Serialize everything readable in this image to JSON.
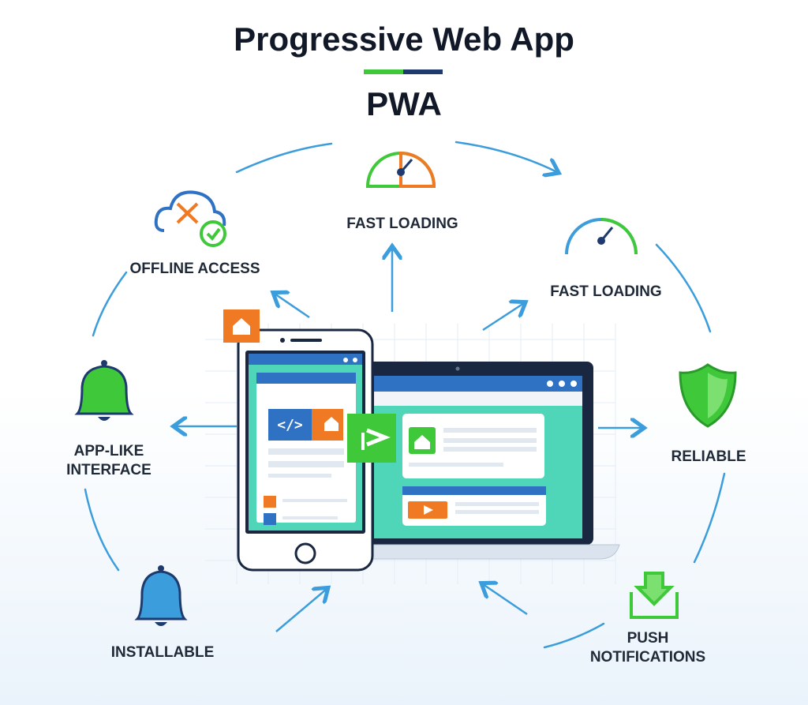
{
  "header": {
    "title": "Progressive Web App",
    "subtitle": "PWA"
  },
  "features": [
    {
      "label": "FAST LOADING",
      "icon": "speedometer-icon"
    },
    {
      "label": "OFFLINE ACCESS",
      "icon": "cloud-offline-icon"
    },
    {
      "label": "FAST LOADING",
      "icon": "speedometer-icon"
    },
    {
      "label": "RELIABLE",
      "icon": "shield-icon"
    },
    {
      "label": "PUSH",
      "label2": "NOTIFICATIONS",
      "icon": "download-icon"
    },
    {
      "label": "INSTALLABLE",
      "icon": "bell-icon"
    },
    {
      "label": "APP-LIKE",
      "label2": "INTERFACE",
      "icon": "bell-icon"
    }
  ],
  "code_glyph": "</>",
  "colors": {
    "green": "#3fc93a",
    "navy": "#1e3a6e",
    "blue": "#2f72c4",
    "orange": "#f07a24",
    "teal": "#4fd6b8",
    "arc": "#3b9ddb"
  }
}
